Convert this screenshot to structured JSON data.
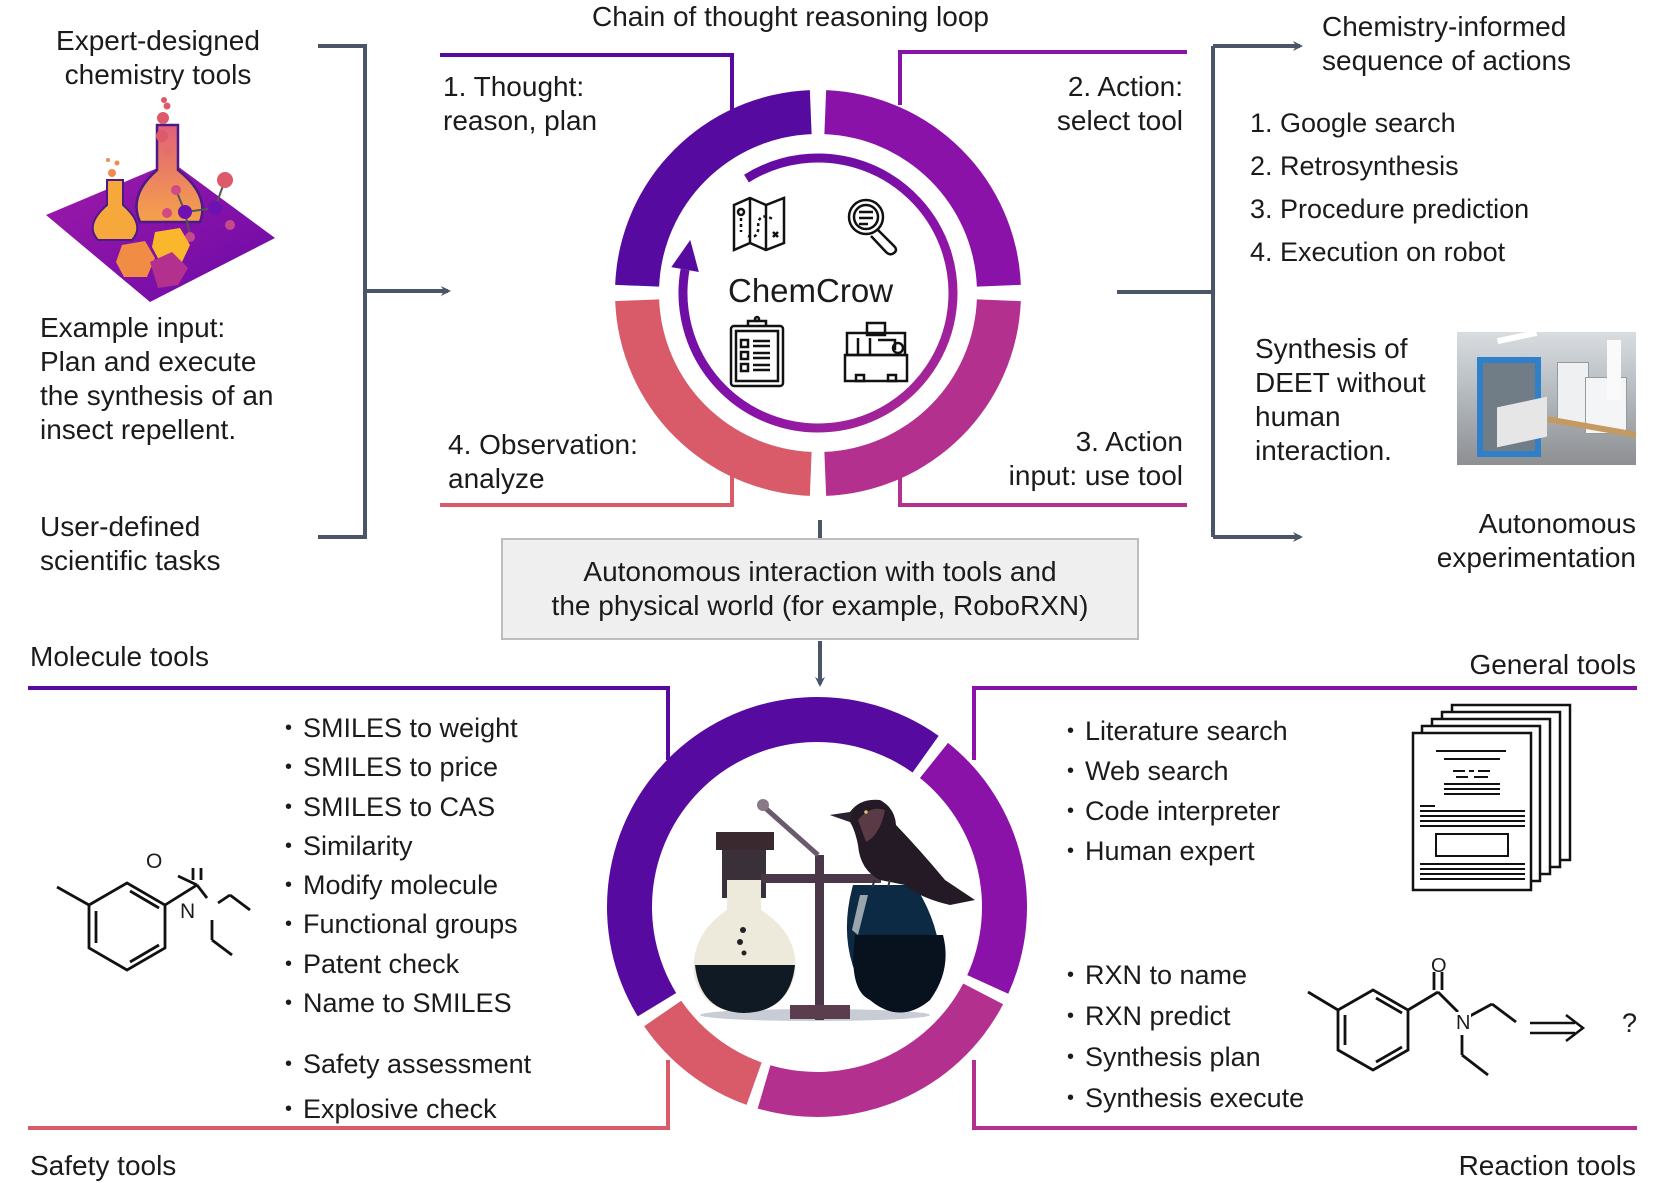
{
  "title": "Chain of thought reasoning loop",
  "left_panel": {
    "tools_heading": [
      "Expert-designed",
      "chemistry tools"
    ],
    "example_input": [
      "Example input:",
      "Plan and execute",
      "the synthesis of an",
      "insect repellent."
    ],
    "tasks_heading": [
      "User-defined",
      "scientific tasks"
    ]
  },
  "loop": {
    "center_label": "ChemCrow",
    "steps": [
      {
        "lines": [
          "1. Thought:",
          "reason, plan"
        ],
        "color": "#560aa0"
      },
      {
        "lines": [
          "2. Action:",
          "select tool"
        ],
        "color": "#8a12a8"
      },
      {
        "lines": [
          "3. Action",
          "input: use tool"
        ],
        "color": "#b3308f"
      },
      {
        "lines": [
          "4. Observation:",
          "analyze"
        ],
        "color": "#d95a68"
      }
    ],
    "icons": [
      "map-icon",
      "magnifier-icon",
      "checklist-icon",
      "toolbox-icon"
    ]
  },
  "right_panel": {
    "heading": [
      "Chemistry-informed",
      "sequence of actions"
    ],
    "actions": [
      "1. Google search",
      "2. Retrosynthesis",
      "3. Procedure prediction",
      "4. Execution on robot"
    ],
    "synthesis_note": [
      "Synthesis of",
      "DEET without",
      "human",
      "interaction."
    ],
    "autonomous": [
      "Autonomous",
      "experimentation"
    ]
  },
  "interaction_box": [
    "Autonomous interaction with tools and",
    "the physical world (for example, RoboRXN)"
  ],
  "tool_groups": {
    "molecule": {
      "label": "Molecule tools",
      "color": "#560aa0",
      "items": [
        "SMILES to weight",
        "SMILES to price",
        "SMILES to CAS",
        "Similarity",
        "Modify molecule",
        "Functional groups",
        "Patent check",
        "Name to SMILES"
      ]
    },
    "safety": {
      "label": "Safety tools",
      "color": "#d95a68",
      "items": [
        "Safety assessment",
        "Explosive check"
      ]
    },
    "general": {
      "label": "General tools",
      "color": "#8a12a8",
      "items": [
        "Literature search",
        "Web search",
        "Code interpreter",
        "Human expert"
      ]
    },
    "reaction": {
      "label": "Reaction tools",
      "color": "#b3308f",
      "items": [
        "RXN to name",
        "RXN predict",
        "Synthesis plan",
        "Synthesis execute"
      ]
    }
  },
  "molecule_labels": {
    "oxygen": "O",
    "nitrogen": "N",
    "question": "?"
  },
  "colors": {
    "connector": "#4a5668",
    "ring_purple": "#560aa0",
    "ring_violet": "#8a12a8",
    "ring_magenta": "#b3308f",
    "ring_coral": "#d95a68"
  }
}
